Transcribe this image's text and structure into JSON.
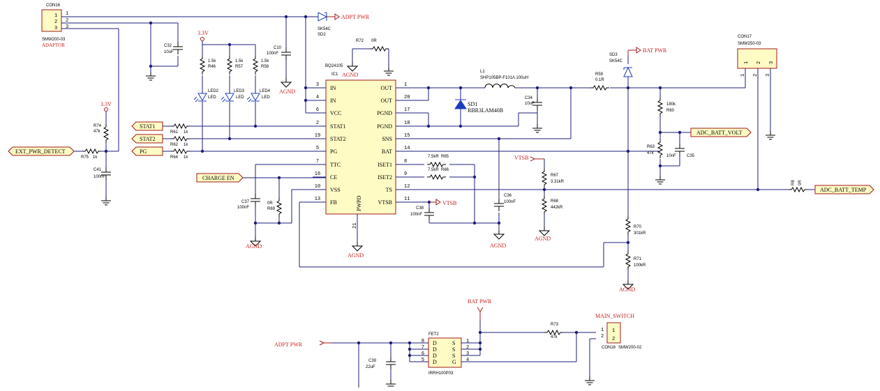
{
  "ic1": {
    "part": "BQ24105",
    "ref": "IC1",
    "pad": "PWPD",
    "pad_pin": "21",
    "left_pins": [
      {
        "num": "3",
        "name": "IN"
      },
      {
        "num": "4",
        "name": "IN"
      },
      {
        "num": "6",
        "name": "VCC"
      },
      {
        "num": "2",
        "name": "STAT1"
      },
      {
        "num": "19",
        "name": "STAT2"
      },
      {
        "num": "5",
        "name": "PG"
      },
      {
        "num": "7",
        "name": "TTC"
      },
      {
        "num": "16",
        "name": "CE"
      },
      {
        "num": "10",
        "name": "VSS"
      },
      {
        "num": "13",
        "name": "FB"
      }
    ],
    "right_pins": [
      {
        "num": "1",
        "name": "OUT"
      },
      {
        "num": "20",
        "name": "OUT"
      },
      {
        "num": "17",
        "name": "PGND"
      },
      {
        "num": "18",
        "name": "PGND"
      },
      {
        "num": "15",
        "name": "SNS"
      },
      {
        "num": "14",
        "name": "BAT"
      },
      {
        "num": "8",
        "name": "ISET1"
      },
      {
        "num": "9",
        "name": "ISET2"
      },
      {
        "num": "12",
        "name": "TS"
      },
      {
        "num": "11",
        "name": "VTSB"
      }
    ]
  },
  "fet2": {
    "ref": "FET2",
    "part": "IRRH100P03",
    "left": [
      {
        "num": "8",
        "name": "D"
      },
      {
        "num": "7",
        "name": "D"
      },
      {
        "num": "6",
        "name": "D"
      },
      {
        "num": "5",
        "name": "D"
      }
    ],
    "right": [
      {
        "num": "1",
        "name": "S"
      },
      {
        "num": "2",
        "name": "S"
      },
      {
        "num": "3",
        "name": "S"
      },
      {
        "num": "4",
        "name": "G"
      }
    ]
  },
  "con16": {
    "ref": "CON16",
    "part": "SMW200-03",
    "label": "ADAPTOR",
    "pins": [
      "1",
      "2",
      "3"
    ]
  },
  "con17": {
    "ref": "CON17",
    "part": "SMW250-03",
    "pins": [
      "1",
      "2",
      "3"
    ]
  },
  "main_switch": {
    "label": "MAIN_SWITCH",
    "ref": "CON18",
    "part": "SMW200-02",
    "pins": [
      "1",
      "2"
    ]
  },
  "ports": {
    "stat1": "STAT1",
    "stat2": "STAT2",
    "pg": "PG",
    "ext": "EXT_PWR_DETECT",
    "charge_en": "CHARGE EN",
    "adc_volt": "ADC_BATT_VOLT",
    "adc_temp": "ADC_BATT_TEMP"
  },
  "power": {
    "adpt_pwr": "ADPT PWR",
    "bat_pwr": "BAT PWR",
    "vtsb": "VTSB",
    "v33": "3.3V",
    "agnd": "AGND"
  },
  "diodes": {
    "sd2": {
      "ref": "SD2",
      "part": "SK54C"
    },
    "sd3": {
      "ref": "SD3",
      "part": "SK54C"
    },
    "sd1": {
      "ref": "SD1",
      "part": "RBR3LAM40B"
    }
  },
  "leds": [
    {
      "ref": "LED2",
      "val": "LED"
    },
    {
      "ref": "LED3",
      "val": "LED"
    },
    {
      "ref": "LED4",
      "val": "LED"
    }
  ],
  "inductor": {
    "ref": "L1",
    "val": "SHP105BP-F101A 100uH"
  },
  "resistors": {
    "r72": {
      "ref": "R72",
      "val": "0R"
    },
    "r46": {
      "ref": "R46",
      "val": "1.5k"
    },
    "r57": {
      "ref": "R57",
      "val": "1.5k"
    },
    "r58": {
      "ref": "R58",
      "val": "1.5k"
    },
    "r74": {
      "ref": "R74",
      "val": "47k"
    },
    "r75": {
      "ref": "R75",
      "val": "1k"
    },
    "r61": {
      "ref": "R61",
      "val": "1k"
    },
    "r62": {
      "ref": "R62",
      "val": "1k"
    },
    "r64": {
      "ref": "R64",
      "val": "1k"
    },
    "r65": {
      "ref": "R65",
      "val": "7.5kR"
    },
    "r66": {
      "ref": "R66",
      "val": "7.5kR"
    },
    "r69": {
      "ref": "R69",
      "val": "0R"
    },
    "r59": {
      "ref": "R59",
      "val": "0.1R"
    },
    "r60": {
      "ref": "R60",
      "val": "180k"
    },
    "r63": {
      "ref": "R63",
      "val": "47k"
    },
    "r67": {
      "ref": "R67",
      "val": "3.31kR"
    },
    "r68": {
      "ref": "R68",
      "val": "442kR"
    },
    "r70": {
      "ref": "R70",
      "val": "301kR"
    },
    "r71": {
      "ref": "R71",
      "val": "100kR"
    },
    "r8": {
      "ref": "R8",
      "val": "0R"
    },
    "r73": {
      "ref": "R73",
      "val": "47k"
    }
  },
  "capacitors": {
    "c32": {
      "ref": "C32",
      "val": "10uF"
    },
    "c10": {
      "ref": "C10",
      "val": "100nF"
    },
    "c41": {
      "ref": "C41",
      "val": "100nF"
    },
    "c37": {
      "ref": "C37",
      "val": "100nF"
    },
    "c34": {
      "ref": "C34",
      "val": "10uF"
    },
    "c35": {
      "ref": "C35",
      "val": "10nF"
    },
    "c36": {
      "ref": "C36",
      "val": "100nF"
    },
    "c38": {
      "ref": "C38",
      "val": "100nF"
    },
    "c39": {
      "ref": "C39",
      "val": "22uF"
    }
  }
}
